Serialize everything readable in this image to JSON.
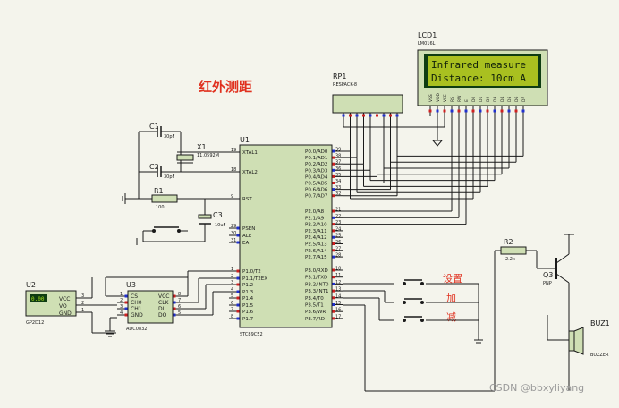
{
  "title": "红外测距",
  "watermark": "CSDN @bbxyliyang",
  "colors": {
    "background": "#f4f4ec",
    "chip_fill": "#cfdfb4",
    "wire": "#1a1a1a",
    "title_red": "#e0301e",
    "pin_red": "#d02020",
    "pin_blue": "#2030d0",
    "lcd_screen": "#a9c020",
    "lcd_frame": "#0e3c12"
  },
  "lcd": {
    "ref": "LCD1",
    "model": "LM016L",
    "line1": "Infrared measure",
    "line2": "Distance: 10cm A",
    "pins": [
      "VSS",
      "VDD",
      "VEE",
      "RS",
      "RW",
      "E",
      "D0",
      "D1",
      "D2",
      "D3",
      "D4",
      "D5",
      "D6",
      "D7"
    ]
  },
  "rp1": {
    "ref": "RP1",
    "model": "RESPACK-8"
  },
  "u1": {
    "ref": "U1",
    "model": "STC89C52",
    "left_pins": [
      {
        "num": "19",
        "name": "XTAL1"
      },
      {
        "num": "18",
        "name": "XTAL2"
      },
      {
        "num": "9",
        "name": "RST"
      },
      {
        "num": "29",
        "name": "PSEN"
      },
      {
        "num": "30",
        "name": "ALE"
      },
      {
        "num": "31",
        "name": "EA"
      },
      {
        "num": "1",
        "name": "P1.0/T2"
      },
      {
        "num": "2",
        "name": "P1.1/T2EX"
      },
      {
        "num": "3",
        "name": "P1.2"
      },
      {
        "num": "4",
        "name": "P1.3"
      },
      {
        "num": "5",
        "name": "P1.4"
      },
      {
        "num": "6",
        "name": "P1.5"
      },
      {
        "num": "7",
        "name": "P1.6"
      },
      {
        "num": "8",
        "name": "P1.7"
      }
    ],
    "right_pins": [
      {
        "num": "39",
        "name": "P0.0/AD0"
      },
      {
        "num": "38",
        "name": "P0.1/AD1"
      },
      {
        "num": "37",
        "name": "P0.2/AD2"
      },
      {
        "num": "36",
        "name": "P0.3/AD3"
      },
      {
        "num": "35",
        "name": "P0.4/AD4"
      },
      {
        "num": "34",
        "name": "P0.5/AD5"
      },
      {
        "num": "33",
        "name": "P0.6/AD6"
      },
      {
        "num": "32",
        "name": "P0.7/AD7"
      },
      {
        "num": "21",
        "name": "P2.0/A8"
      },
      {
        "num": "22",
        "name": "P2.1/A9"
      },
      {
        "num": "23",
        "name": "P2.2/A10"
      },
      {
        "num": "24",
        "name": "P2.3/A11"
      },
      {
        "num": "25",
        "name": "P2.4/A12"
      },
      {
        "num": "26",
        "name": "P2.5/A13"
      },
      {
        "num": "27",
        "name": "P2.6/A14"
      },
      {
        "num": "28",
        "name": "P2.7/A15"
      },
      {
        "num": "10",
        "name": "P3.0/RXD"
      },
      {
        "num": "11",
        "name": "P3.1/TXD"
      },
      {
        "num": "12",
        "name": "P3.2/INT0"
      },
      {
        "num": "13",
        "name": "P3.3/INT1"
      },
      {
        "num": "14",
        "name": "P3.4/T0"
      },
      {
        "num": "15",
        "name": "P3.5/T1"
      },
      {
        "num": "16",
        "name": "P3.6/WR"
      },
      {
        "num": "17",
        "name": "P3.7/RD"
      }
    ]
  },
  "c1": {
    "ref": "C1",
    "value": "30pF"
  },
  "c2": {
    "ref": "C2",
    "value": "30pF"
  },
  "x1": {
    "ref": "X1",
    "value": "11.0592M"
  },
  "r1": {
    "ref": "R1",
    "value": "100"
  },
  "c3": {
    "ref": "C3",
    "value": "10uF"
  },
  "r2": {
    "ref": "R2",
    "value": "2.2k"
  },
  "q3": {
    "ref": "Q3",
    "model": "PNP"
  },
  "buz": {
    "ref": "BUZ1",
    "model": "BUZZER"
  },
  "u2": {
    "ref": "U2",
    "model": "GP2D12",
    "pins": [
      "VCC",
      "VO",
      "GND"
    ],
    "pin_nums": [
      "3",
      "2",
      "1"
    ],
    "display": "0.00"
  },
  "u3": {
    "ref": "U3",
    "model": "ADC0832",
    "left_pins": [
      {
        "num": "1",
        "name": "CS"
      },
      {
        "num": "2",
        "name": "CH0"
      },
      {
        "num": "3",
        "name": "CH1"
      },
      {
        "num": "4",
        "name": "GND"
      }
    ],
    "right_pins": [
      {
        "num": "8",
        "name": "VCC"
      },
      {
        "num": "7",
        "name": "CLK"
      },
      {
        "num": "6",
        "name": "DI"
      },
      {
        "num": "5",
        "name": "DO"
      }
    ]
  },
  "buttons": {
    "set": "设置",
    "add": "加",
    "sub": "减"
  }
}
